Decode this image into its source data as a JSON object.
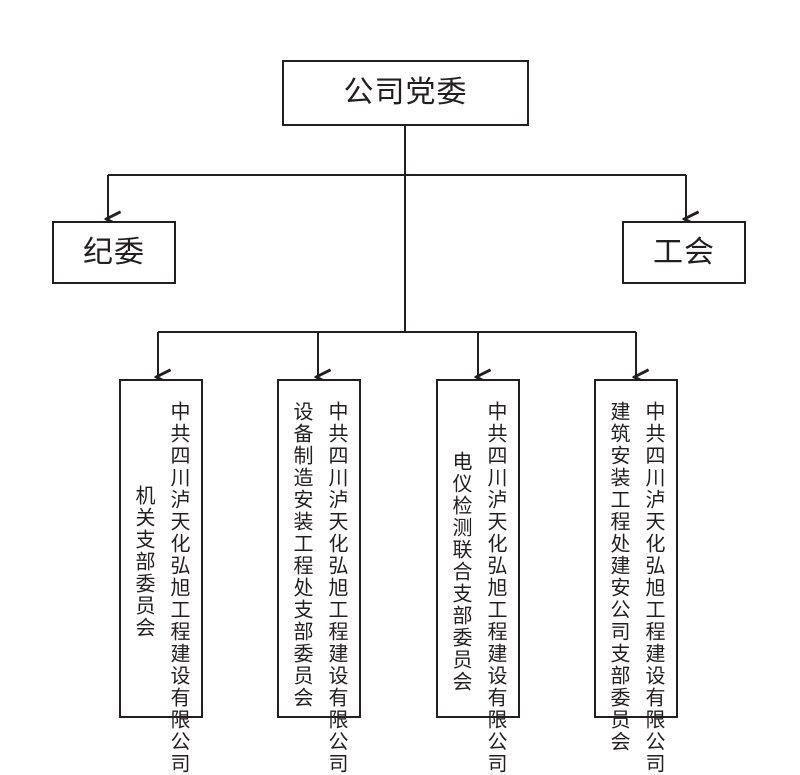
{
  "diagram": {
    "root": {
      "label": "公司党委"
    },
    "side_left": {
      "label": "纪委"
    },
    "side_right": {
      "label": "工会"
    },
    "branches": [
      {
        "org": "中共四川泸天化弘旭工程建设有限公司",
        "unit": "机关支部委员会"
      },
      {
        "org": "中共四川泸天化弘旭工程建设有限公司",
        "unit": "设备制造安装工程处支部委员会"
      },
      {
        "org": "中共四川泸天化弘旭工程建设有限公司",
        "unit": "电仪检测联合支部委员会"
      },
      {
        "org": "中共四川泸天化弘旭工程建设有限公司",
        "unit": "建筑安装工程处建安公司支部委员会"
      }
    ],
    "colors": {
      "line": "#231f20",
      "background": "#ffffff"
    }
  }
}
